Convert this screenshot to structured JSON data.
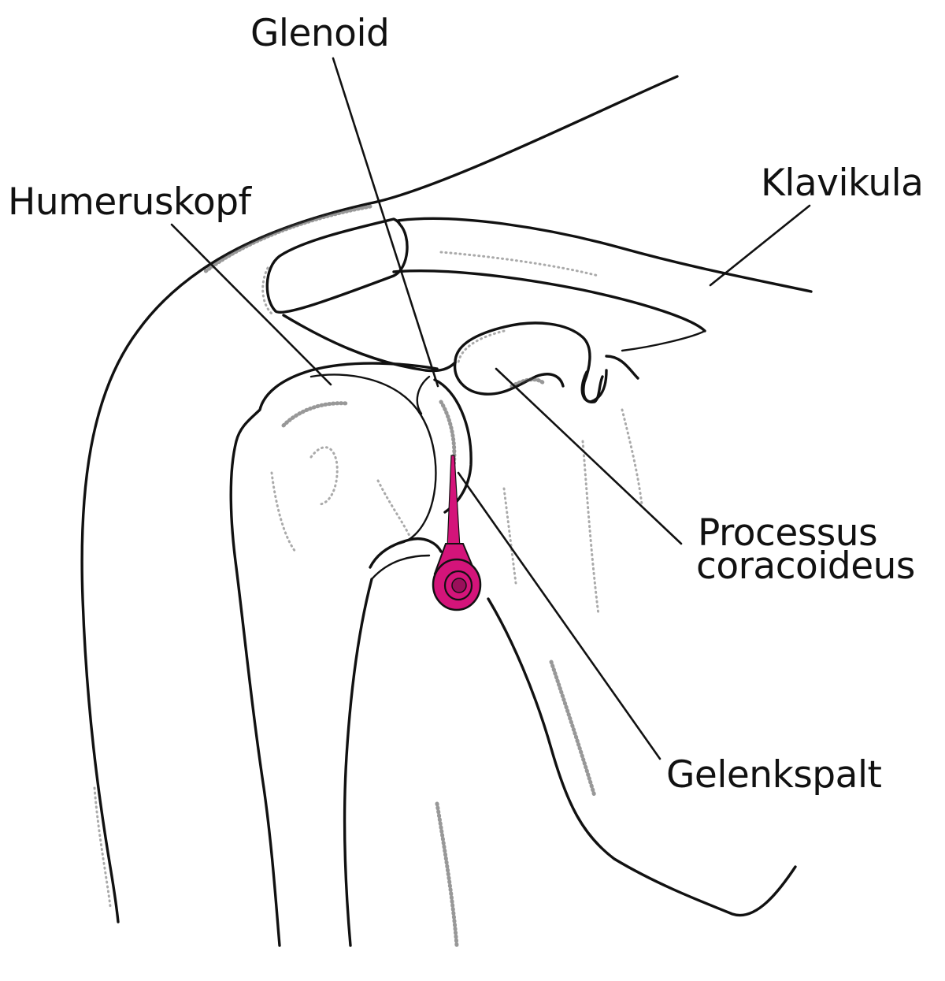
{
  "labels": {
    "glenoid": "Glenoid",
    "klavikula": "Klavikula",
    "humeruskopf": "Humeruskopf",
    "processus_line1": "Processus",
    "processus_line2": "coracoideus",
    "gelenkspalt": "Gelenkspalt"
  },
  "colors": {
    "needle": "#d4147a",
    "line": "#111111"
  },
  "icons": {
    "needle": "injection-needle-icon"
  }
}
